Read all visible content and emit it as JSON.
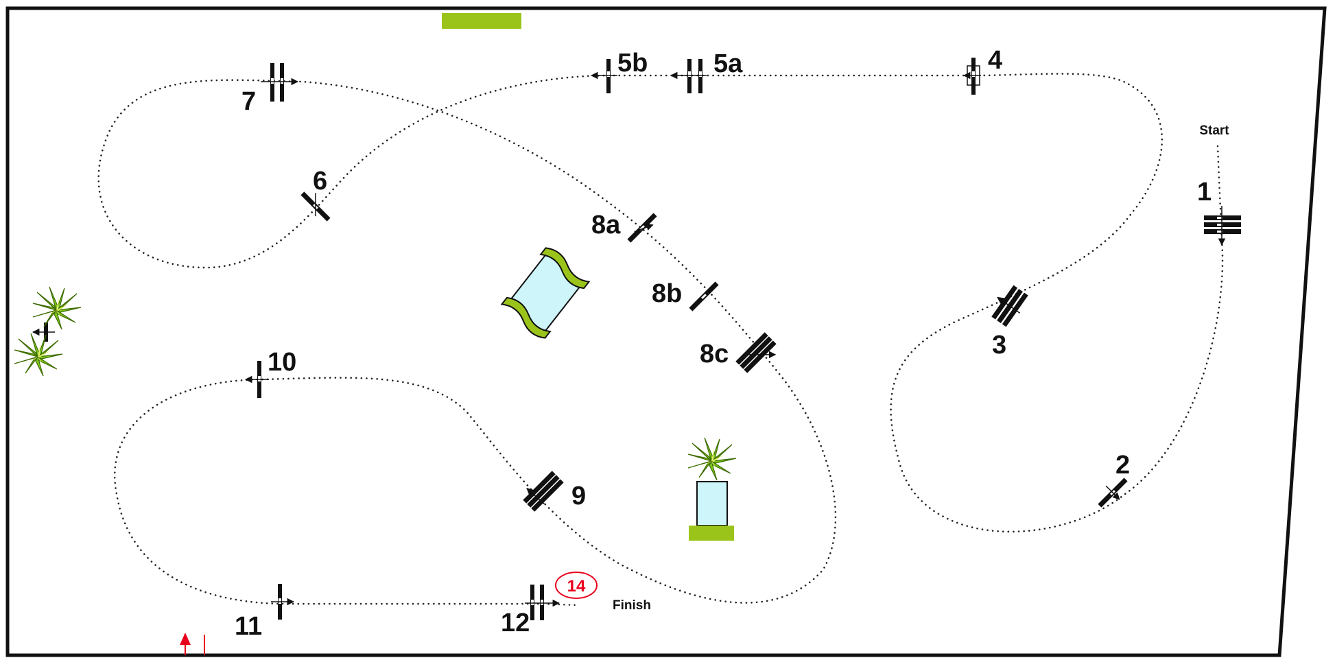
{
  "course": {
    "start_label": "Start",
    "finish_label": "Finish",
    "special_marker": "14"
  },
  "obstacles": [
    {
      "id": "1",
      "label": "1"
    },
    {
      "id": "2",
      "label": "2"
    },
    {
      "id": "3",
      "label": "3"
    },
    {
      "id": "4",
      "label": "4"
    },
    {
      "id": "5a",
      "label": "5a"
    },
    {
      "id": "5b",
      "label": "5b"
    },
    {
      "id": "6",
      "label": "6"
    },
    {
      "id": "7",
      "label": "7"
    },
    {
      "id": "8a",
      "label": "8a"
    },
    {
      "id": "8b",
      "label": "8b"
    },
    {
      "id": "8c",
      "label": "8c"
    },
    {
      "id": "9",
      "label": "9"
    },
    {
      "id": "10",
      "label": "10"
    },
    {
      "id": "11",
      "label": "11"
    },
    {
      "id": "12",
      "label": "12"
    }
  ],
  "colors": {
    "arena_border": "#111111",
    "decor_green": "#9bc41a",
    "decor_water": "#cdf5fa",
    "accent_red": "#e8001c",
    "plant_leaf": "#7fc61e"
  }
}
